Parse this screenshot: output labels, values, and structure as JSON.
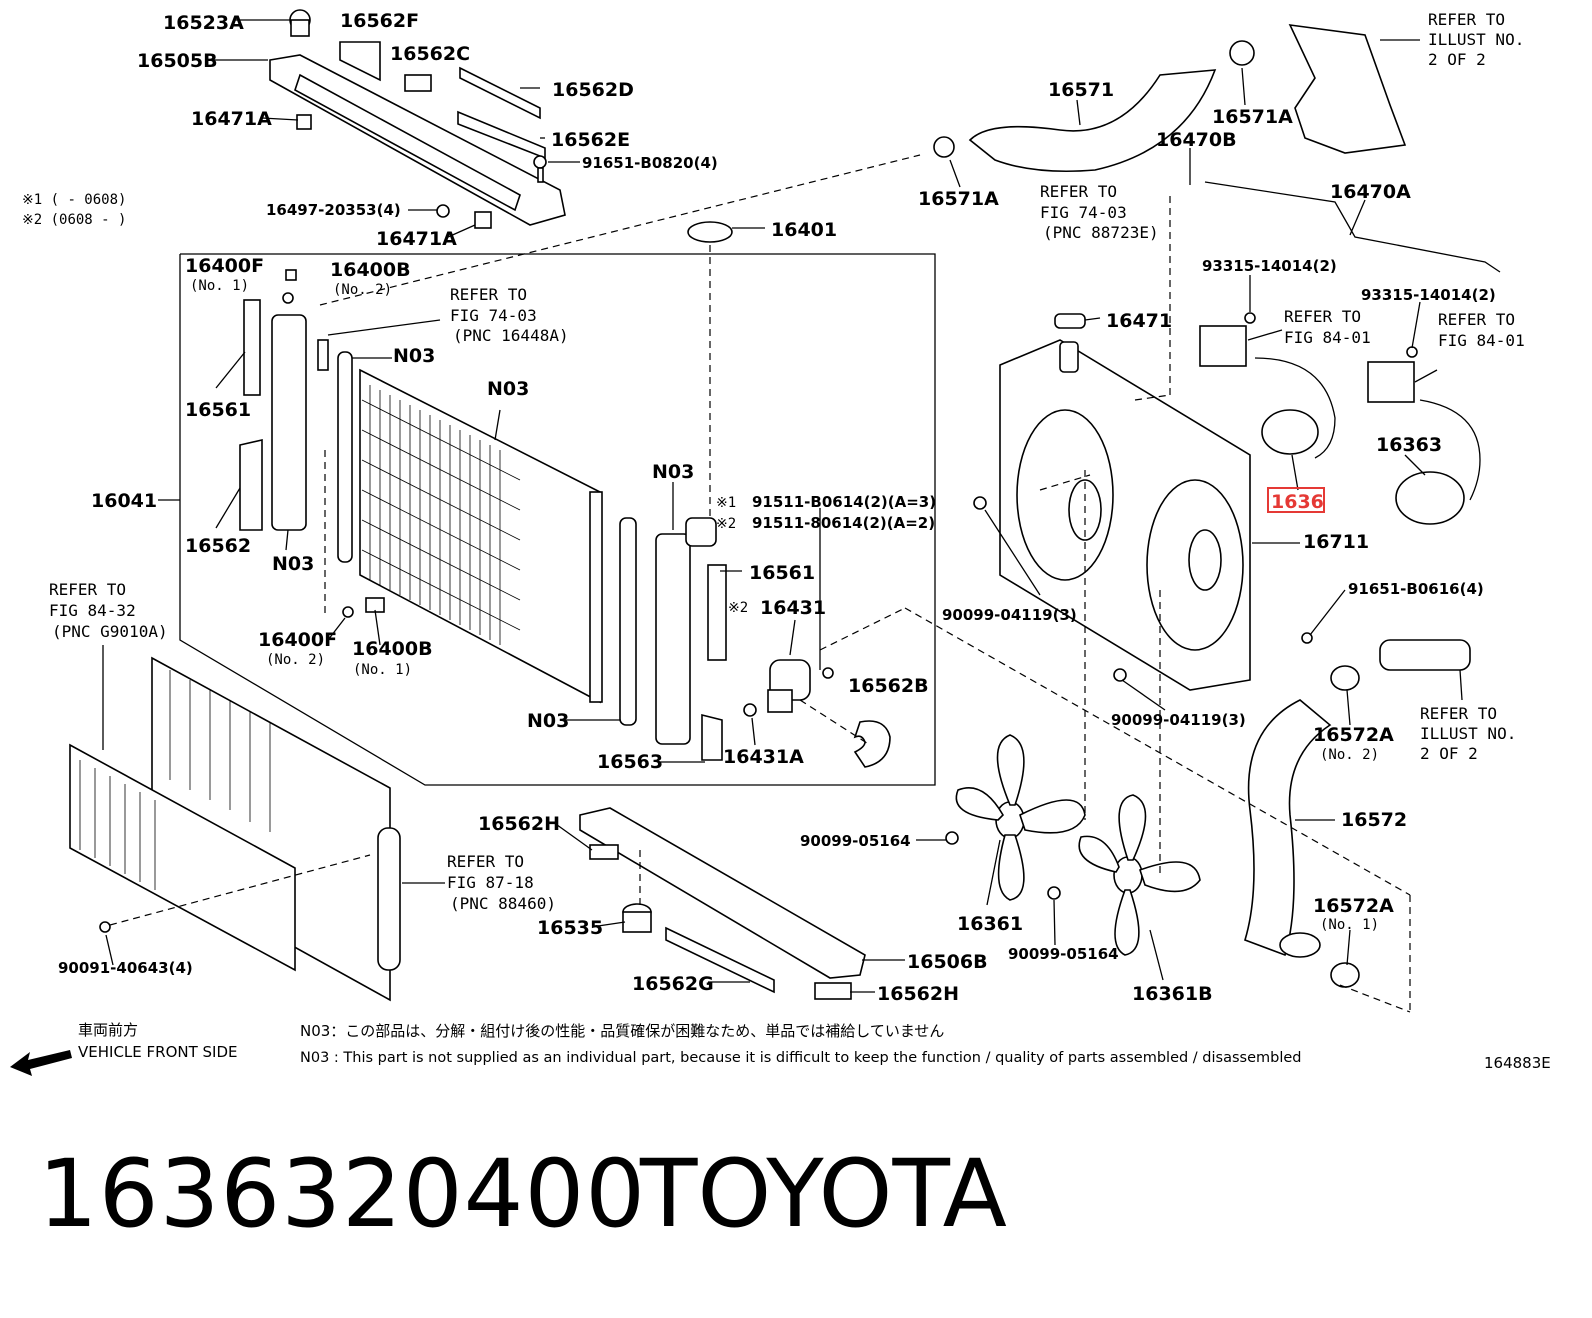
{
  "labels": {
    "p16523A": "16523A",
    "p16562F": "16562F",
    "p16505B": "16505B",
    "p16562C": "16562C",
    "p16562D": "16562D",
    "p16471A_a": "16471A",
    "p16562E": "16562E",
    "p91651_0820": "91651-B0820(4)",
    "p16497": "16497-20353(4)",
    "p16471A_b": "16471A",
    "p16401": "16401",
    "p16400F_a": "16400F",
    "p16400F_a_no": "(No. 1)",
    "p16400B_a": "16400B",
    "p16400B_a_no": "(No. 2)",
    "p16561_a": "16561",
    "p16041": "16041",
    "p16562": "16562",
    "pN03_a": "N03",
    "pN03_b": "N03",
    "pN03_c": "N03",
    "pN03_d": "N03",
    "pN03_e": "N03",
    "p16400F_b": "16400F",
    "p16400F_b_no": "(No. 2)",
    "p16400B_b": "16400B",
    "p16400B_b_no": "(No. 1)",
    "p91511_1": "91511-B0614(2)(A=3)",
    "p91511_2": "91511-80614(2)(A=2)",
    "p16561_b": "16561",
    "p16431": "16431",
    "p16562B": "16562B",
    "p16563": "16563",
    "p16431A": "16431A",
    "p16571": "16571",
    "p16571A_a": "16571A",
    "p16571A_b": "16571A",
    "p16470B": "16470B",
    "p16470A": "16470A",
    "p16471": "16471",
    "p93315_a": "93315-14014(2)",
    "p93315_b": "93315-14014(2)",
    "p16363_a": "1636",
    "p16363_b": "16363",
    "p16711": "16711",
    "p90099_04119_a": "90099-04119(3)",
    "p90099_04119_b": "90099-04119(3)",
    "p91651_0616": "91651-B0616(4)",
    "p16572A_a": "16572A",
    "p16572A_a_no": "(No. 2)",
    "p16572": "16572",
    "p16572A_b": "16572A",
    "p16572A_b_no": "(No. 1)",
    "p90099_05164_a": "90099-05164",
    "p90099_05164_b": "90099-05164",
    "p16361": "16361",
    "p16361B": "16361B",
    "p16562H_a": "16562H",
    "p16535": "16535",
    "p16506B": "16506B",
    "p16562G": "16562G",
    "p16562H_b": "16562H",
    "p90091": "90091-40643(4)",
    "mark1": "※1 (       - 0608)",
    "mark2": "※2 (0608 -       )",
    "mark1_b": "※1",
    "mark2_b": "※2",
    "mark2_c": "※2"
  },
  "refs": {
    "r1_l1": "REFER TO",
    "r1_l2": "ILLUST NO.",
    "r1_l3": "2 OF 2",
    "r2_l1": "REFER TO",
    "r2_l2": "FIG 74-03",
    "r2_l3": "(PNC 88723E)",
    "r3_l1": "REFER TO",
    "r3_l2": "FIG 74-03",
    "r3_l3": "(PNC 16448A)",
    "r4_l1": "REFER TO",
    "r4_l2": "FIG 84-01",
    "r5_l1": "REFER TO",
    "r5_l2": "FIG 84-01",
    "r6_l1": "REFER TO",
    "r6_l2": "FIG 84-32",
    "r6_l3": "(PNC G9010A)",
    "r7_l1": "REFER TO",
    "r7_l2": "ILLUST NO.",
    "r7_l3": "2 OF 2",
    "r8_l1": "REFER TO",
    "r8_l2": "FIG 87-18",
    "r8_l3": "(PNC 88460)"
  },
  "notes": {
    "front_jp": "車両前方",
    "front_en": "VEHICLE FRONT SIDE",
    "n03_jp": "N03：この部品は、分解・組付け後の性能・品質確保が困難なため、単品では補給していません",
    "n03_en": "N03 : This part is not supplied as an individual part, because it is difficult to keep the function / quality of parts assembled / disassembled",
    "fig_id": "164883E"
  },
  "footer": {
    "part_number": "1636320400",
    "brand": "TOYOTA"
  },
  "colors": {
    "highlight": "#e53935"
  }
}
